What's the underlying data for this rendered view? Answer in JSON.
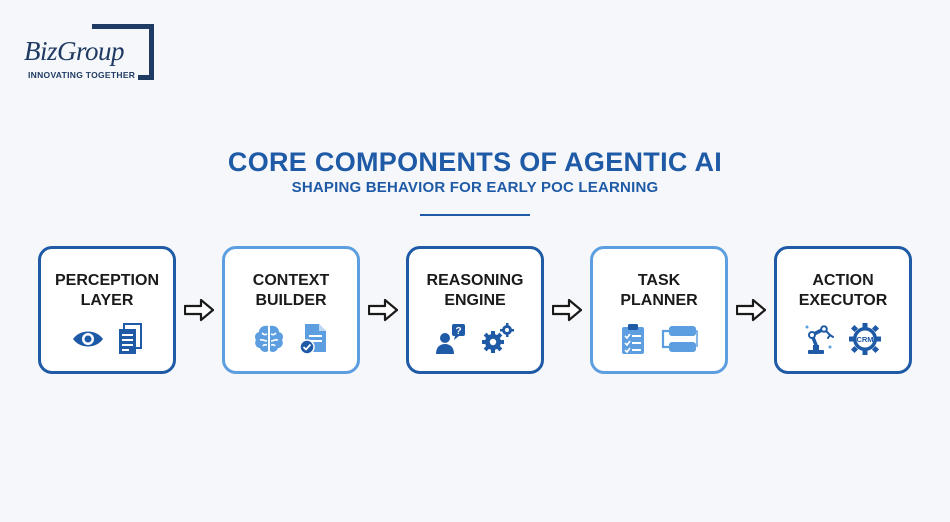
{
  "logo": {
    "name": "BizGroup",
    "tagline": "INNOVATING TOGETHER"
  },
  "header": {
    "title": "CORE COMPONENTS OF AGENTIC AI",
    "subtitle": "SHAPING BEHAVIOR FOR EARLY POC LEARNING"
  },
  "colors": {
    "primary": "#1f5aa6",
    "light": "#5d9ee0",
    "dark": "#1f3b63"
  },
  "components": [
    {
      "label": "PERCEPTION\nLAYER",
      "icons": [
        "eye-icon",
        "document-icon"
      ]
    },
    {
      "label": "CONTEXT\nBUILDER",
      "icons": [
        "brain-icon",
        "verified-document-icon"
      ]
    },
    {
      "label": "REASONING\nENGINE",
      "icons": [
        "person-question-icon",
        "gears-icon"
      ]
    },
    {
      "label": "TASK\nPLANNER",
      "icons": [
        "checklist-icon",
        "workflow-icon"
      ]
    },
    {
      "label": "ACTION\nEXECUTOR",
      "icons": [
        "robot-arm-icon",
        "crm-gear-icon"
      ]
    }
  ]
}
